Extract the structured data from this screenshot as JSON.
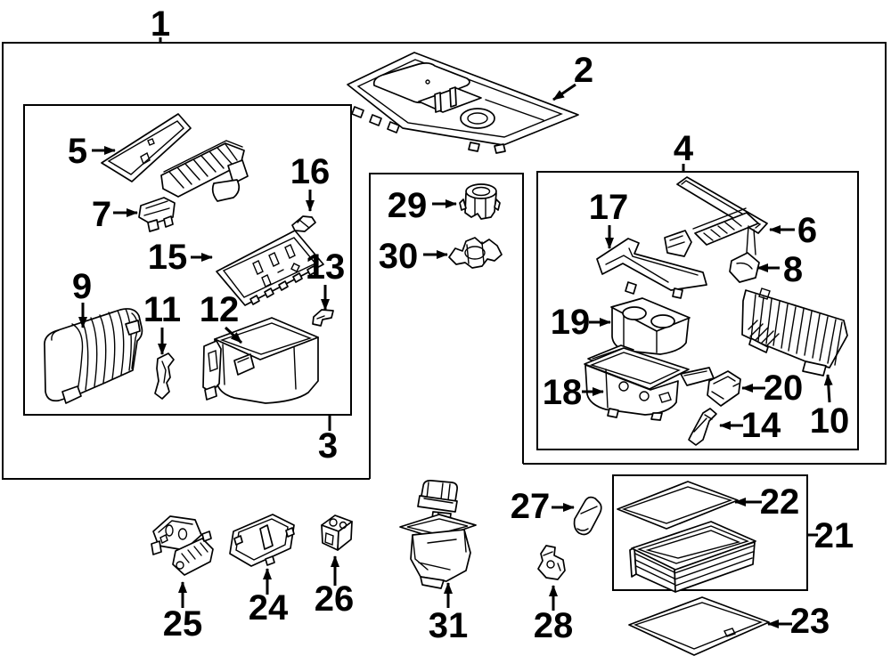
{
  "styles": {
    "ink": "#000000",
    "paper": "#ffffff"
  },
  "callouts": [
    {
      "id": "part-1",
      "label": "1"
    },
    {
      "id": "part-2",
      "label": "2"
    },
    {
      "id": "part-3",
      "label": "3"
    },
    {
      "id": "part-4",
      "label": "4"
    },
    {
      "id": "part-5",
      "label": "5"
    },
    {
      "id": "part-6",
      "label": "6"
    },
    {
      "id": "part-7",
      "label": "7"
    },
    {
      "id": "part-8",
      "label": "8"
    },
    {
      "id": "part-9",
      "label": "9"
    },
    {
      "id": "part-10",
      "label": "10"
    },
    {
      "id": "part-11",
      "label": "11"
    },
    {
      "id": "part-12",
      "label": "12"
    },
    {
      "id": "part-13",
      "label": "13"
    },
    {
      "id": "part-14",
      "label": "14"
    },
    {
      "id": "part-15",
      "label": "15"
    },
    {
      "id": "part-16",
      "label": "16"
    },
    {
      "id": "part-17",
      "label": "17"
    },
    {
      "id": "part-18",
      "label": "18"
    },
    {
      "id": "part-19",
      "label": "19"
    },
    {
      "id": "part-20",
      "label": "20"
    },
    {
      "id": "part-21",
      "label": "21"
    },
    {
      "id": "part-22",
      "label": "22"
    },
    {
      "id": "part-23",
      "label": "23"
    },
    {
      "id": "part-24",
      "label": "24"
    },
    {
      "id": "part-25",
      "label": "25"
    },
    {
      "id": "part-26",
      "label": "26"
    },
    {
      "id": "part-27",
      "label": "27"
    },
    {
      "id": "part-28",
      "label": "28"
    },
    {
      "id": "part-29",
      "label": "29"
    },
    {
      "id": "part-30",
      "label": "30"
    },
    {
      "id": "part-31",
      "label": "31"
    }
  ]
}
